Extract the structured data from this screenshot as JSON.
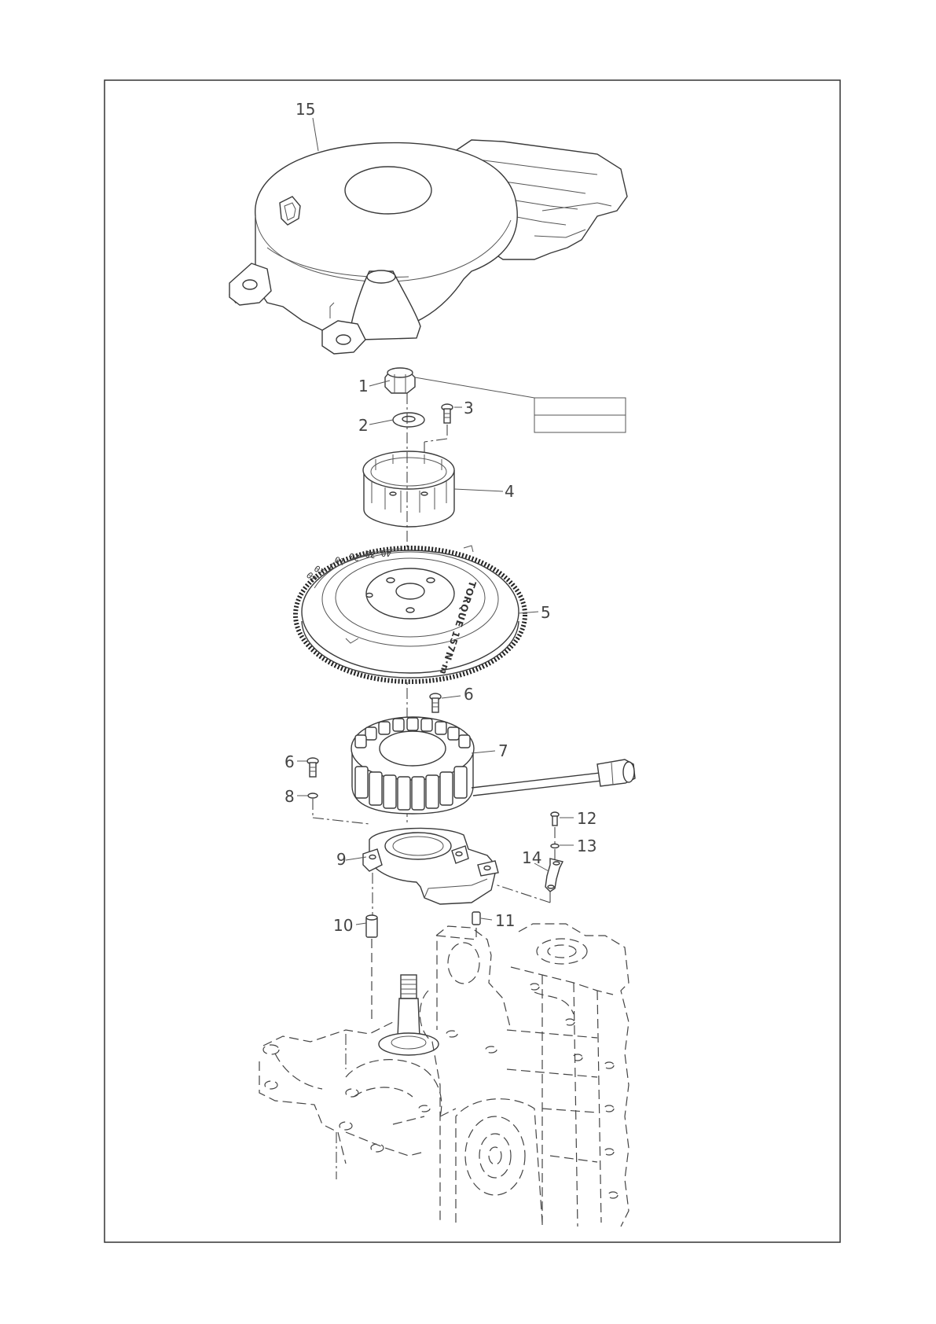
{
  "figure": {
    "callouts": [
      {
        "id": "c1",
        "label": "1"
      },
      {
        "id": "c2",
        "label": "2"
      },
      {
        "id": "c3",
        "label": "3"
      },
      {
        "id": "c4",
        "label": "4"
      },
      {
        "id": "c5",
        "label": "5"
      },
      {
        "id": "c6a",
        "label": "6"
      },
      {
        "id": "c6b",
        "label": "6"
      },
      {
        "id": "c7",
        "label": "7"
      },
      {
        "id": "c8",
        "label": "8"
      },
      {
        "id": "c9",
        "label": "9"
      },
      {
        "id": "c10",
        "label": "10"
      },
      {
        "id": "c11",
        "label": "11"
      },
      {
        "id": "c12",
        "label": "12"
      },
      {
        "id": "c13",
        "label": "13"
      },
      {
        "id": "c14",
        "label": "14"
      },
      {
        "id": "c15",
        "label": "15"
      }
    ],
    "flywheel": {
      "timing_scale": [
        "40",
        "30",
        "20",
        "10",
        "T",
        "10",
        "20"
      ],
      "stamp": "TORQUE 157N·m"
    }
  }
}
